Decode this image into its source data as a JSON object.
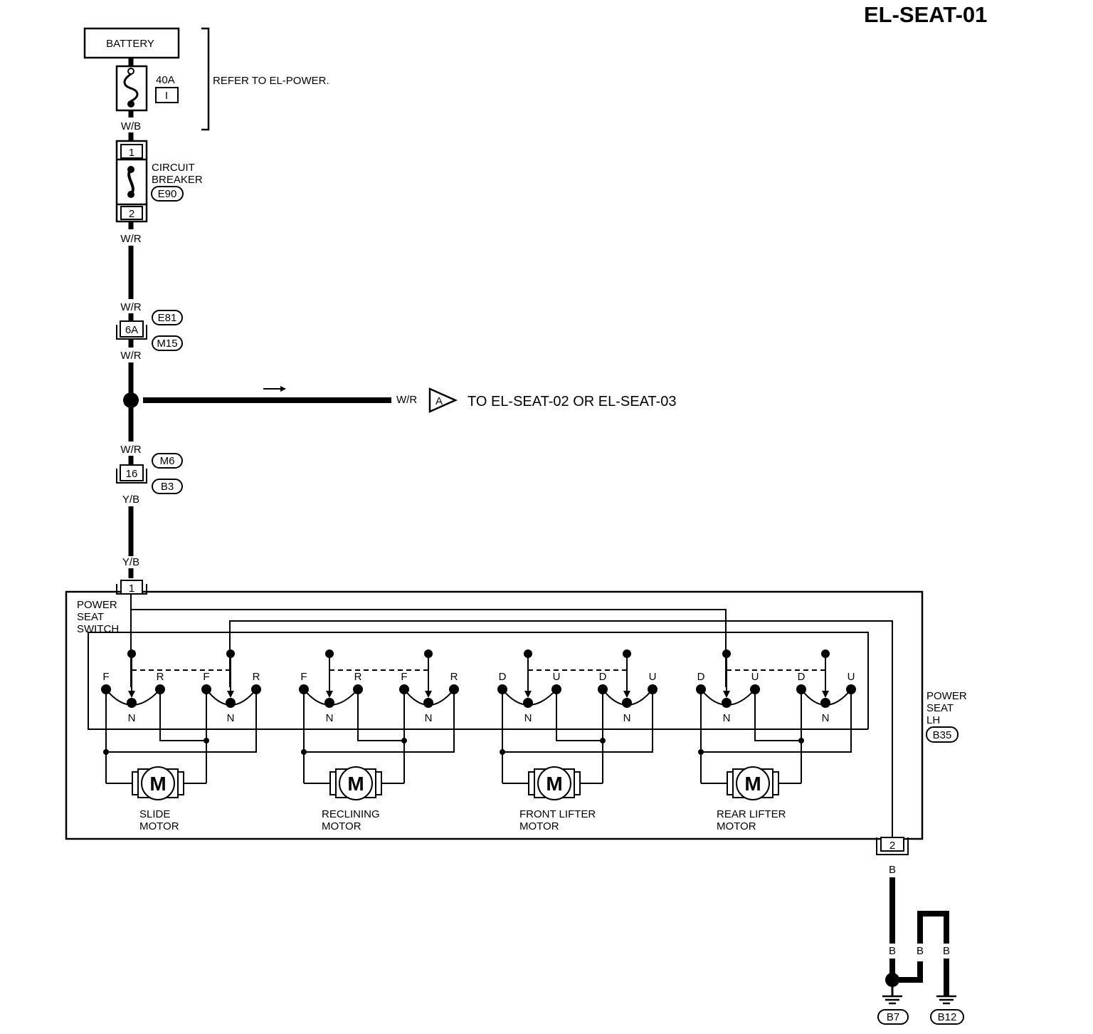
{
  "page_id": "EL-SEAT-01",
  "battery": {
    "label": "BATTERY"
  },
  "fuse": {
    "rating": "40A",
    "id": "I"
  },
  "refer_note": "REFER TO EL-POWER.",
  "wires": {
    "wb": "W/B",
    "wr": "W/R",
    "yb": "Y/B",
    "b": "B"
  },
  "circuit_breaker": {
    "line1": "CIRCUIT",
    "line2": "BREAKER",
    "connector": "E90",
    "pin_in": "1",
    "pin_out": "2"
  },
  "connector_6a": {
    "pin": "6A",
    "top": "E81",
    "bottom": "M15"
  },
  "connector_16": {
    "pin": "16",
    "top": "M6",
    "bottom": "B3"
  },
  "branch": {
    "marker": "A",
    "text": "TO EL-SEAT-02 OR EL-SEAT-03"
  },
  "power_seat_switch": {
    "line1": "POWER",
    "line2": "SEAT",
    "line3": "SWITCH",
    "pin_in": "1",
    "pin_out": "2"
  },
  "power_seat_lh": {
    "line1": "POWER",
    "line2": "SEAT",
    "line3": "LH",
    "connector": "B35"
  },
  "motor_symbol": "M",
  "neutral_label": "N",
  "motors": [
    {
      "line1": "SLIDE",
      "line2": "MOTOR",
      "left_a": "F",
      "right_a": "R",
      "left_b": "F",
      "right_b": "R"
    },
    {
      "line1": "RECLINING",
      "line2": "MOTOR",
      "left_a": "F",
      "right_a": "R",
      "left_b": "F",
      "right_b": "R"
    },
    {
      "line1": "FRONT LIFTER",
      "line2": "MOTOR",
      "left_a": "D",
      "right_a": "U",
      "left_b": "D",
      "right_b": "U"
    },
    {
      "line1": "REAR LIFTER",
      "line2": "MOTOR",
      "left_a": "D",
      "right_a": "U",
      "left_b": "D",
      "right_b": "U"
    }
  ],
  "grounds": {
    "g1": "B7",
    "g2": "B12"
  }
}
